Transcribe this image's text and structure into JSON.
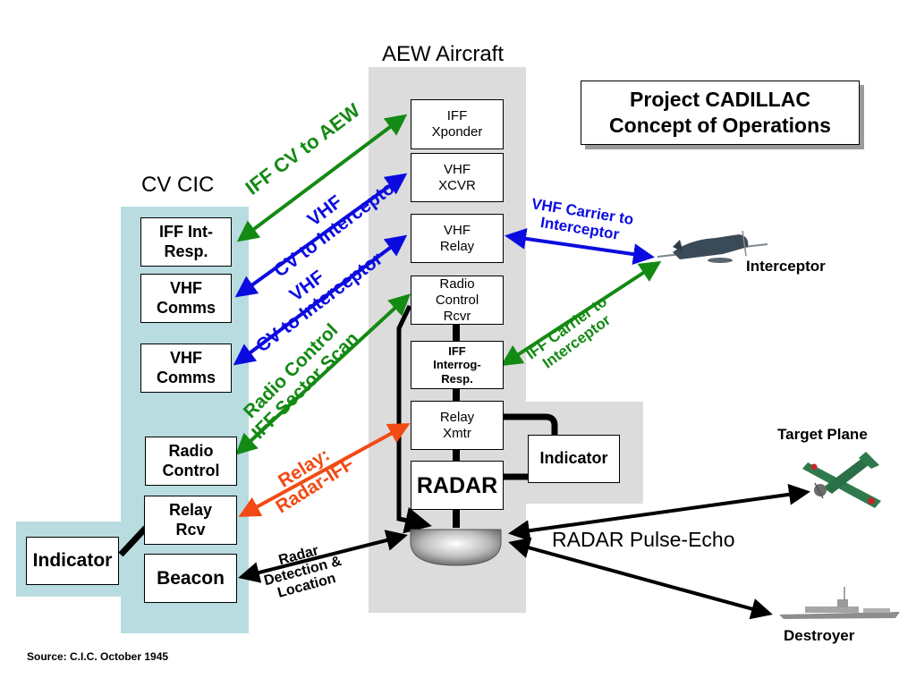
{
  "title": {
    "line1": "Project CADILLAC",
    "line2": "Concept of Operations"
  },
  "headings": {
    "aew": "AEW Aircraft",
    "cic": "CV CIC"
  },
  "aew_boxes": {
    "iff_xponder": "IFF\nXponder",
    "vhf_xcvr": "VHF\nXCVR",
    "vhf_relay": "VHF\nRelay",
    "radio_control_rcvr": "Radio\nControl\nRcvr",
    "iff_interrog_resp": "IFF\nInterrog-\nResp.",
    "relay_xmtr": "Relay\nXmtr",
    "radar": "RADAR",
    "indicator": "Indicator"
  },
  "cic_boxes": {
    "iff_int_resp": "IFF Int-\nResp.",
    "vhf_comms_1": "VHF\nComms",
    "vhf_comms_2": "VHF\nComms",
    "radio_control": "Radio\nControl",
    "relay_rcv": "Relay\nRcv",
    "beacon": "Beacon",
    "indicator": "Indicator"
  },
  "links": {
    "iff_cv_to_aew": "IFF CV to AEW",
    "vhf_cv_to_interceptor_1": {
      "line1": "VHF",
      "line2": "CV to Interceptor"
    },
    "vhf_cv_to_interceptor_2": {
      "line1": "VHF",
      "line2": "CV to Interceptor"
    },
    "radio_control_iff": {
      "line1": "Radio Control",
      "line2": "IFF Sector Scan"
    },
    "relay_radar_iff": {
      "line1": "Relay:",
      "line2": "Radar-IFF"
    },
    "radar_detection": {
      "line1": "Radar",
      "line2": "Detection &",
      "line3": "Location"
    },
    "vhf_carrier": {
      "line1": "VHF Carrier to",
      "line2": "Interceptor"
    },
    "iff_carrier": {
      "line1": "IFF Carrier to",
      "line2": "Interceptor"
    },
    "radar_pulse_echo": "RADAR Pulse-Echo"
  },
  "objects": {
    "interceptor": "Interceptor",
    "target_plane": "Target Plane",
    "destroyer": "Destroyer"
  },
  "colors": {
    "iff_green": "#138a13",
    "vhf_blue": "#0b0be0",
    "relay_orange": "#f24a14",
    "aew_region_gray": "#dcdcdc",
    "cic_region_cyan": "#b8dce0"
  },
  "source": "Source: C.I.C. October 1945"
}
